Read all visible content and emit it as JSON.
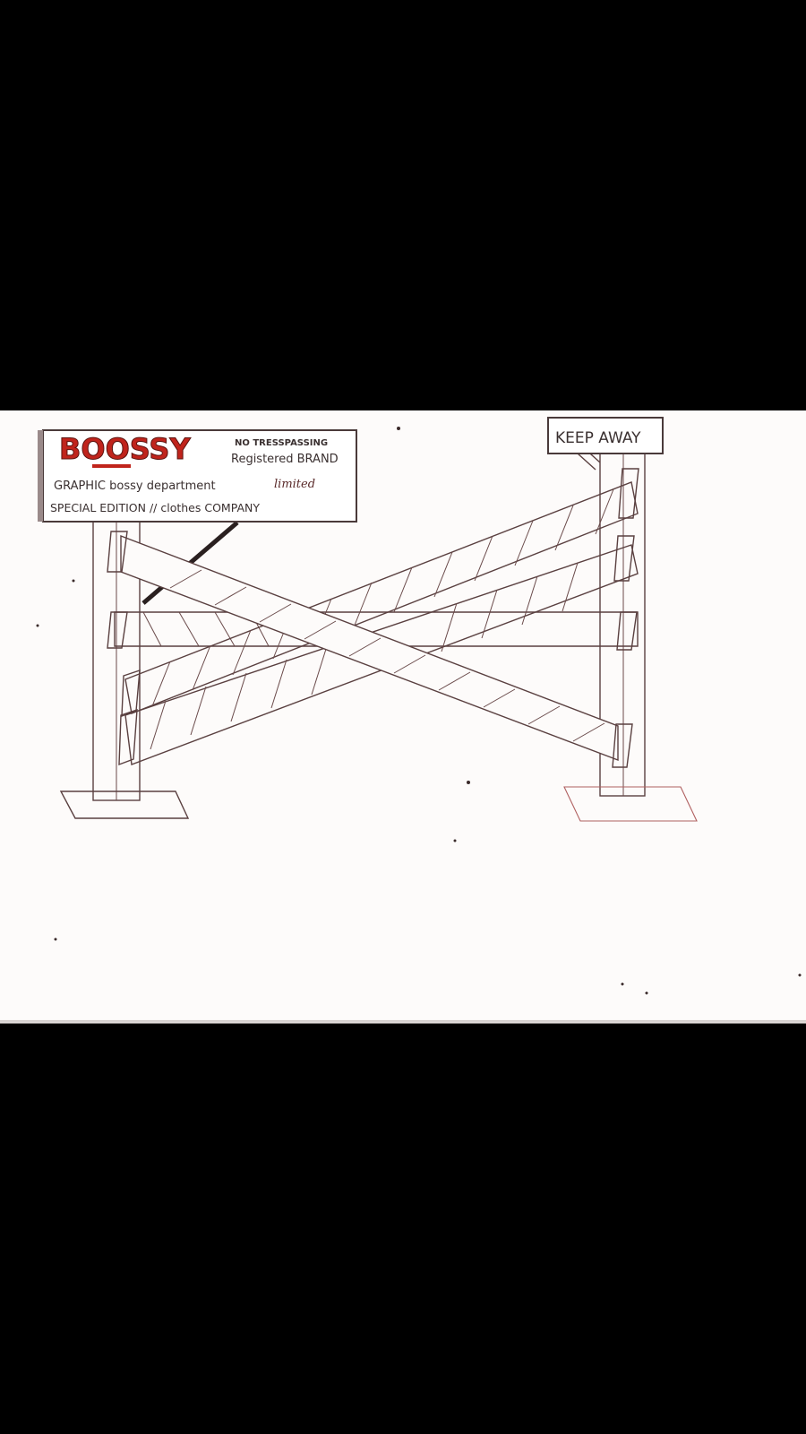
{
  "sign": {
    "brand": "BOOSSY",
    "line_no_trespassing": "NO TRESSPASSING",
    "line_registered": "Registered BRAND",
    "line_graphic": "GRAPHIC bossy department",
    "line_limited": "limited",
    "line_special": "SPECIAL EDITION // clothes COMPANY"
  },
  "post_sign": {
    "text": "KEEP AWAY"
  },
  "colors": {
    "brand_red": "#c0241c",
    "ink": "#5a4040",
    "paper": "#fdfbfa"
  }
}
